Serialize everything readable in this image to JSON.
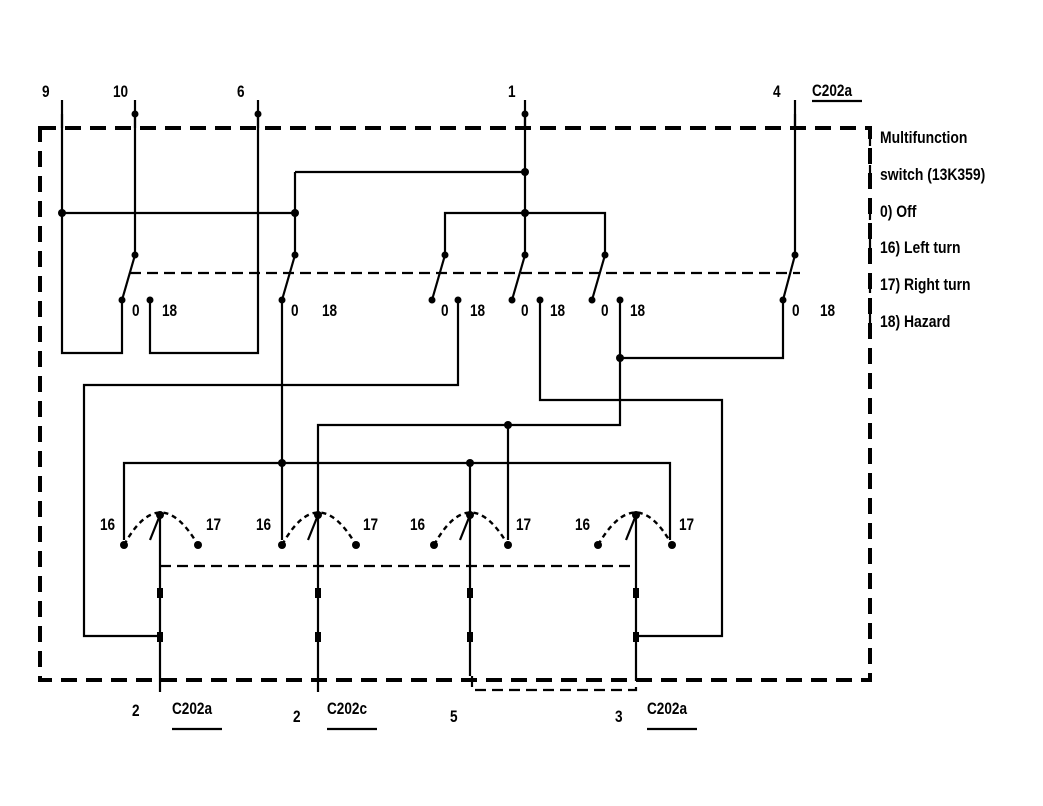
{
  "top_pins": [
    "9",
    "10",
    "6",
    "1",
    "4"
  ],
  "top_connector": "C202a",
  "legend": {
    "line1": "Multifunction",
    "line2": "switch (13K359)",
    "items": [
      "0)   Off",
      "16) Left turn",
      "17) Right turn",
      "18) Hazard"
    ]
  },
  "switch_positions": {
    "off": "0",
    "hazard": "18",
    "left": "16",
    "right": "17"
  },
  "bottom_terminals": [
    {
      "pin": "2",
      "connector": "C202a"
    },
    {
      "pin": "2",
      "connector": "C202c"
    },
    {
      "pin": "5",
      "connector": ""
    },
    {
      "pin": "3",
      "connector": "C202a"
    }
  ]
}
